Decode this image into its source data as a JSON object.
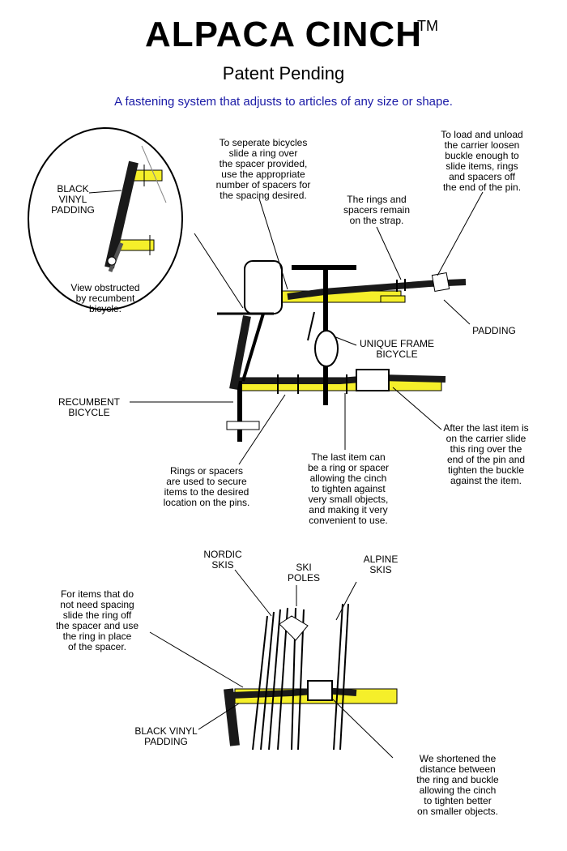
{
  "header": {
    "title": "ALPACA CINCH",
    "trademark": "TM",
    "subtitle": "Patent Pending",
    "tagline": "A fastening system that adjusts to articles of any size or shape."
  },
  "colors": {
    "strap_yellow": "#f5ef2a",
    "strap_black": "#1a1a1a",
    "tagline_blue": "#1a1aa6"
  },
  "callouts": {
    "inset_padding": "BLACK\nVINYL\nPADDING",
    "inset_view": "View obstructed\nby recumbent\nbicycle.",
    "separate_bikes": "To seperate bicycles\nslide a ring over\nthe spacer provided,\nuse the appropriate\nnumber of spacers for\nthe spacing desired.",
    "load_unload": "To load and unload\nthe carrier loosen\nbuckle enough to\nslide items, rings\nand spacers off\nthe end of the pin.",
    "rings_remain": "The rings and\nspacers remain\non the strap.",
    "padding": "PADDING",
    "unique_frame": "UNIQUE FRAME\nBICYCLE",
    "recumbent": "RECUMBENT\nBICYCLE",
    "last_item_slide": "After the last item is\non the carrier slide\nthis ring over the\nend of the pin and\ntighten the buckle\nagainst the item.",
    "rings_spacers": "Rings or spacers\nare used to secure\nitems to the desired\nlocation on the pins.",
    "last_item_ring": "The last item can\nbe a ring or spacer\nallowing the cinch\nto tighten against\nvery small objects,\nand making it very\nconvenient to use.",
    "nordic_skis": "NORDIC\nSKIS",
    "ski_poles": "SKI\nPOLES",
    "alpine_skis": "ALPINE\nSKIS",
    "no_spacing": "For items that do\nnot need spacing\nslide the ring off\nthe spacer and use\nthe ring in place\nof the spacer.",
    "black_vinyl_padding": "BLACK VINYL\nPADDING",
    "shortened": "We shortened the\ndistance between\nthe ring and buckle\nallowing the cinch\nto tighten better\non smaller objects."
  }
}
